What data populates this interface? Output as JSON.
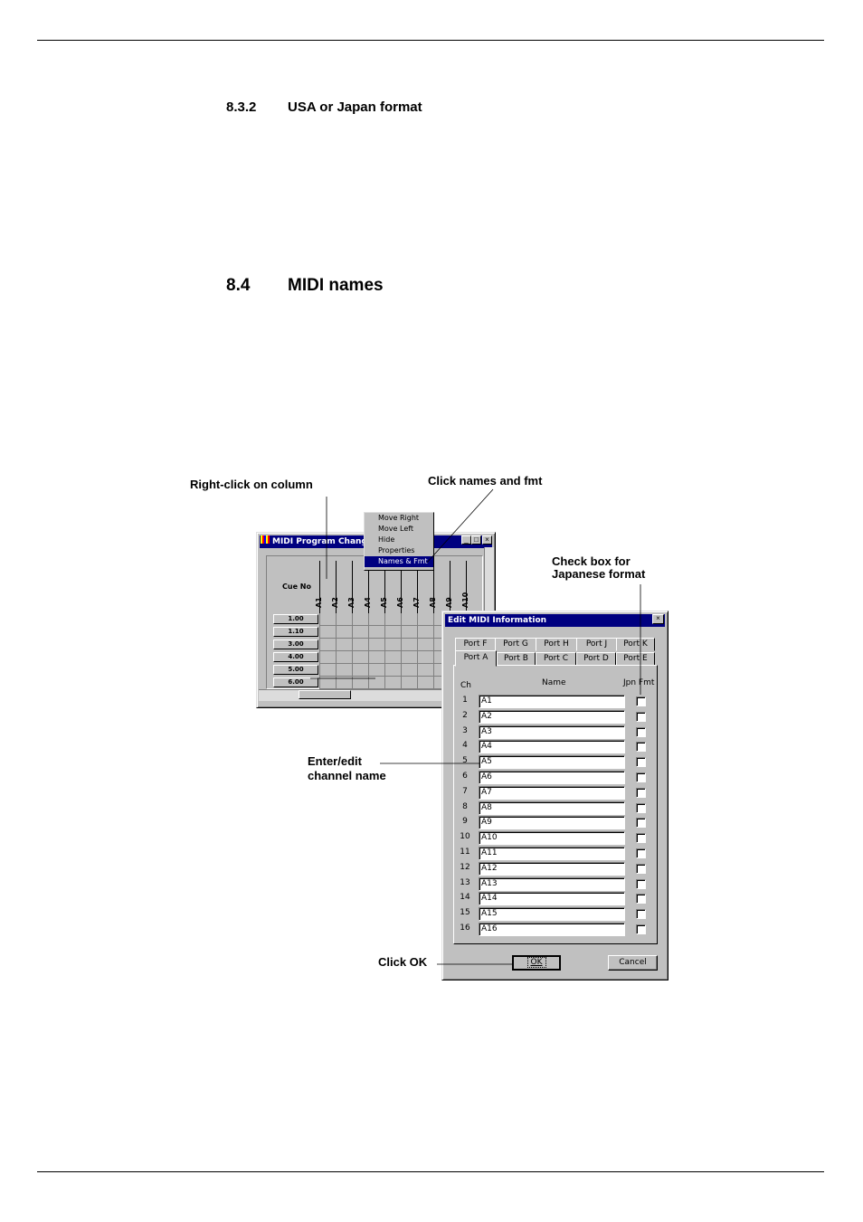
{
  "section_832": {
    "number": "8.3.2",
    "title": "USA or Japan format"
  },
  "section_84": {
    "number": "8.4",
    "title": "MIDI names"
  },
  "callouts": {
    "right_click": "Right-click on column",
    "click_names": "Click names and fmt",
    "check_box_line1": "Check box for",
    "check_box_line2": "Japanese format",
    "enter_edit_line1": "Enter/edit",
    "enter_edit_line2": "channel name",
    "click_ok": "Click OK"
  },
  "program_window": {
    "title": "MIDI Program Change",
    "cue_header": "Cue No",
    "columns": [
      "A1",
      "A2",
      "A3",
      "A4",
      "A5",
      "A6",
      "A7",
      "A8",
      "A9",
      "A10"
    ],
    "cues": [
      "1.00",
      "1.10",
      "3.00",
      "4.00",
      "5.00",
      "6.00"
    ]
  },
  "context_menu": {
    "items": [
      "Move Right",
      "Move Left",
      "Hide",
      "Properties",
      "Names & Fmt"
    ],
    "selected": "Names & Fmt"
  },
  "edit_dialog": {
    "title": "Edit MIDI Information",
    "tabs_back": [
      "Port F",
      "Port G",
      "Port H",
      "Port J",
      "Port K"
    ],
    "tabs_front": [
      "Port A",
      "Port B",
      "Port C",
      "Port D",
      "Port E"
    ],
    "active_tab": "Port A",
    "col_ch": "Ch",
    "col_name": "Name",
    "col_jpn": "Jpn Fmt",
    "channels": [
      {
        "ch": "1",
        "name": "A1"
      },
      {
        "ch": "2",
        "name": "A2"
      },
      {
        "ch": "3",
        "name": "A3"
      },
      {
        "ch": "4",
        "name": "A4"
      },
      {
        "ch": "5",
        "name": "A5"
      },
      {
        "ch": "6",
        "name": "A6"
      },
      {
        "ch": "7",
        "name": "A7"
      },
      {
        "ch": "8",
        "name": "A8"
      },
      {
        "ch": "9",
        "name": "A9"
      },
      {
        "ch": "10",
        "name": "A10"
      },
      {
        "ch": "11",
        "name": "A11"
      },
      {
        "ch": "12",
        "name": "A12"
      },
      {
        "ch": "13",
        "name": "A13"
      },
      {
        "ch": "14",
        "name": "A14"
      },
      {
        "ch": "15",
        "name": "A15"
      },
      {
        "ch": "16",
        "name": "A16"
      }
    ],
    "ok_label": "OK",
    "cancel_label": "Cancel"
  }
}
